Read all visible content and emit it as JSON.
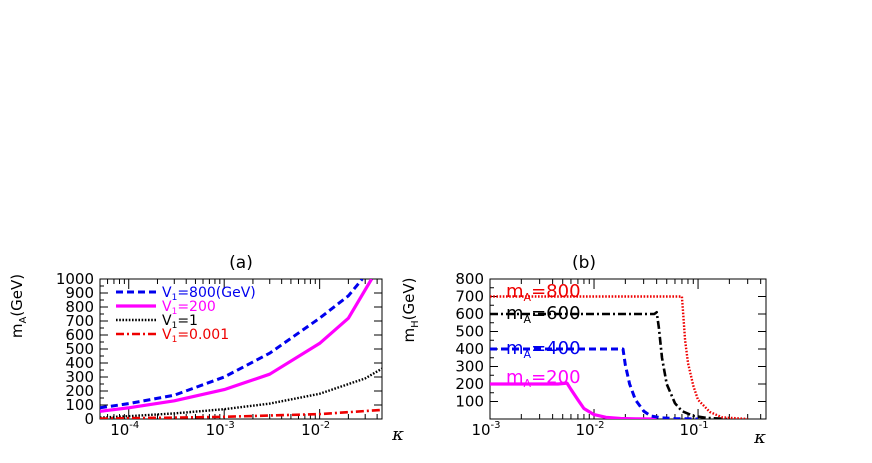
{
  "chart_data": [
    {
      "type": "line",
      "title": "(a)",
      "xlabel": "κ",
      "ylabel": "m_A (GeV)",
      "xscale": "log",
      "xlim": [
        5e-05,
        0.045
      ],
      "ylim": [
        0,
        1000
      ],
      "x_ticks": [
        {
          "value": 0.0001,
          "base": "10",
          "exp": "-4"
        },
        {
          "value": 0.001,
          "base": "10",
          "exp": "-3"
        },
        {
          "value": 0.01,
          "base": "10",
          "exp": "-2"
        }
      ],
      "y_ticks": [
        "0",
        "100",
        "200",
        "300",
        "400",
        "500",
        "600",
        "700",
        "800",
        "900",
        "1000"
      ],
      "legend_position": "top-left",
      "series": [
        {
          "name": "V_1=800(GeV)",
          "color": "#0000ee",
          "style": "dashed",
          "x": [
            5e-05,
            0.0001,
            0.0003,
            0.001,
            0.003,
            0.01,
            0.02,
            0.028
          ],
          "y": [
            80,
            110,
            170,
            300,
            470,
            720,
            880,
            1000
          ]
        },
        {
          "name": "V_1=200",
          "color": "#ff00ff",
          "style": "solid",
          "x": [
            5e-05,
            0.0001,
            0.0003,
            0.001,
            0.003,
            0.01,
            0.02,
            0.035
          ],
          "y": [
            55,
            80,
            130,
            210,
            320,
            540,
            720,
            1000
          ]
        },
        {
          "name": "V_1=1",
          "color": "#000000",
          "style": "dotted",
          "x": [
            5e-05,
            0.0001,
            0.0003,
            0.001,
            0.003,
            0.01,
            0.03,
            0.045
          ],
          "y": [
            10,
            20,
            40,
            70,
            110,
            180,
            290,
            360
          ]
        },
        {
          "name": "V_1=0.001",
          "color": "#ee0000",
          "style": "dashdot",
          "x": [
            5e-05,
            0.0003,
            0.001,
            0.01,
            0.045
          ],
          "y": [
            3,
            10,
            16,
            35,
            65
          ]
        }
      ]
    },
    {
      "type": "line",
      "title": "(b)",
      "xlabel": "κ",
      "ylabel": "m_H (GeV)",
      "xscale": "log",
      "xlim": [
        0.001,
        0.45
      ],
      "ylim": [
        0,
        800
      ],
      "x_ticks": [
        {
          "value": 0.001,
          "base": "10",
          "exp": "-3"
        },
        {
          "value": 0.01,
          "base": "10",
          "exp": "-2"
        },
        {
          "value": 0.1,
          "base": "10",
          "exp": "-1"
        }
      ],
      "y_ticks": [
        "100",
        "200",
        "300",
        "400",
        "500",
        "600",
        "700",
        "800"
      ],
      "series": [
        {
          "name": "m_A=200",
          "color": "#ff00ff",
          "style": "solid",
          "x": [
            0.001,
            0.0045,
            0.0055,
            0.006,
            0.007,
            0.008,
            0.01,
            0.013,
            0.018,
            0.025,
            0.04
          ],
          "y": [
            200,
            200,
            205,
            170,
            110,
            60,
            25,
            10,
            3,
            1,
            0
          ]
        },
        {
          "name": "m_A=400",
          "color": "#0000ee",
          "style": "dashed",
          "x": [
            0.001,
            0.018,
            0.019,
            0.02,
            0.022,
            0.025,
            0.03,
            0.035,
            0.045,
            0.06,
            0.1
          ],
          "y": [
            400,
            400,
            400,
            310,
            200,
            110,
            45,
            18,
            6,
            2,
            0
          ]
        },
        {
          "name": "m_A=600",
          "color": "#000000",
          "style": "dashdot",
          "x": [
            0.001,
            0.038,
            0.04,
            0.042,
            0.045,
            0.05,
            0.06,
            0.07,
            0.09,
            0.12,
            0.2
          ],
          "y": [
            600,
            600,
            610,
            520,
            350,
            200,
            90,
            45,
            18,
            6,
            0
          ]
        },
        {
          "name": "m_A=800",
          "color": "#ee0000",
          "style": "dotted",
          "x": [
            0.001,
            0.068,
            0.07,
            0.072,
            0.075,
            0.08,
            0.09,
            0.1,
            0.13,
            0.17,
            0.3
          ],
          "y": [
            700,
            700,
            700,
            600,
            450,
            320,
            190,
            110,
            40,
            10,
            0
          ]
        }
      ],
      "annotations": [
        {
          "base": "m",
          "sub": "A",
          "value": "=800",
          "color": "#ee0000"
        },
        {
          "base": "m",
          "sub": "A",
          "value": "=600",
          "color": "#000000"
        },
        {
          "base": "m",
          "sub": "A",
          "value": "=400",
          "color": "#0000ee"
        },
        {
          "base": "m",
          "sub": "A",
          "value": "=200",
          "color": "#ff00ff"
        }
      ]
    }
  ]
}
